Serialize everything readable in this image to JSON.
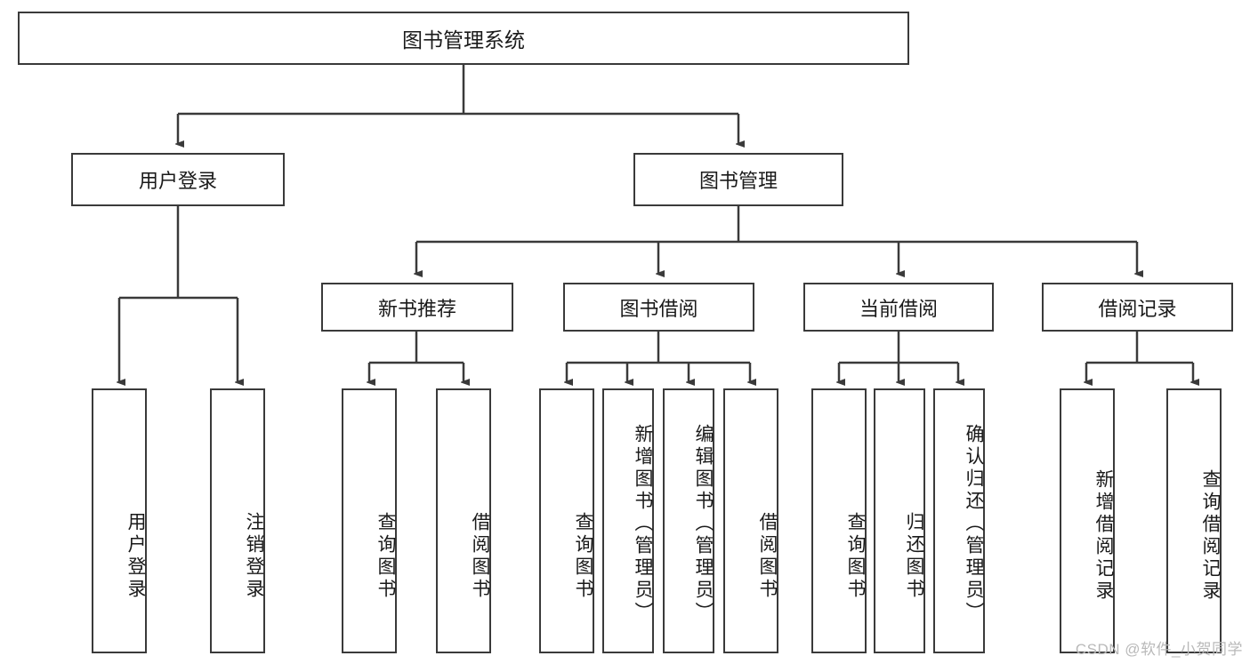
{
  "diagram": {
    "type": "tree",
    "title": "图书管理系统",
    "root": {
      "label": "图书管理系统"
    },
    "tier2": [
      {
        "label": "用户登录"
      },
      {
        "label": "图书管理"
      }
    ],
    "tier3": [
      {
        "label": "新书推荐"
      },
      {
        "label": "图书借阅"
      },
      {
        "label": "当前借阅"
      },
      {
        "label": "借阅记录"
      }
    ],
    "leaves": {
      "user_login": [
        {
          "label": "用户登录"
        },
        {
          "label": "注销登录"
        }
      ],
      "new_book_recommend": [
        {
          "label": "查询图书"
        },
        {
          "label": "借阅图书"
        }
      ],
      "book_borrow": [
        {
          "label": "查询图书"
        },
        {
          "label": "新增图书（管理员）"
        },
        {
          "label": "编辑图书（管理员）"
        },
        {
          "label": "借阅图书"
        }
      ],
      "current_borrow": [
        {
          "label": "查询图书"
        },
        {
          "label": "归还图书"
        },
        {
          "label": "确认归还（管理员）"
        }
      ],
      "borrow_record": [
        {
          "label": "新增借阅记录"
        },
        {
          "label": "查询借阅记录"
        }
      ]
    }
  },
  "watermark": {
    "text": "CSDN @软件_小贺同学"
  },
  "colors": {
    "border": "#3a3a3a",
    "text": "#1a1a1a",
    "background": "#ffffff",
    "watermark": "#b9b9b9"
  }
}
